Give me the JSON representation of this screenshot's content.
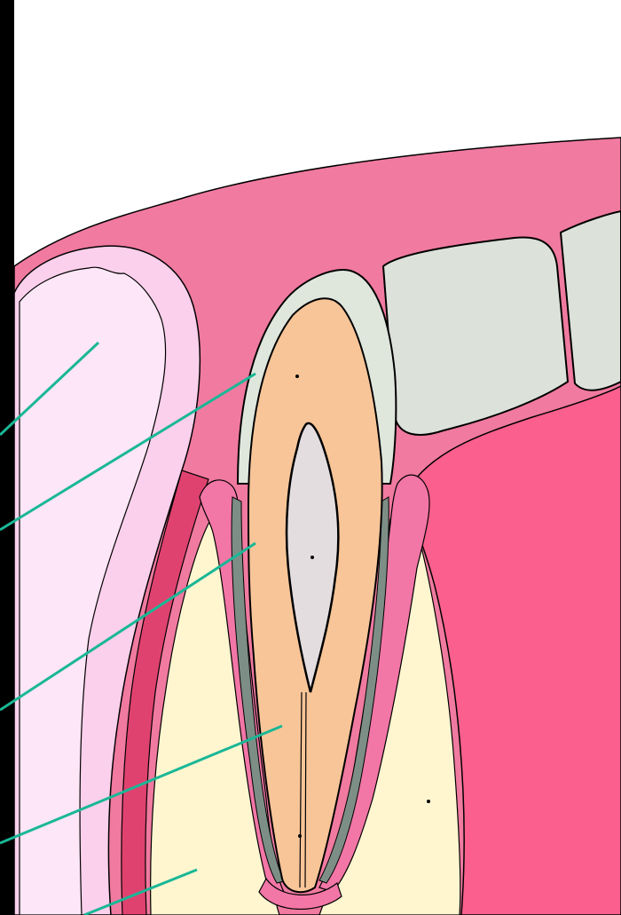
{
  "diagram": {
    "type": "tooth-cross-section",
    "colors": {
      "background": "#000000",
      "canvas": "#ffffff",
      "gum": "#f07aa0",
      "gum_light": "#f8a8c4",
      "gum_dark": "#e0426f",
      "gum_right": "#fa5f8d",
      "lip_inner": "#fbd0ec",
      "lip_fold": "#fce6f7",
      "enamel": "#dfe7dd",
      "dentin": "#f8c598",
      "pulp": "#e4dde0",
      "bone": "#fff6d0",
      "periodontal_grey": "#7d8e86",
      "epithelium": "#f276a6",
      "neighbor_tooth": "#dce2da",
      "pointer": "#1ab796",
      "outline": "#000000"
    },
    "pointers": [
      {
        "name": "pointer-lip",
        "target": "lip"
      },
      {
        "name": "pointer-enamel",
        "target": "enamel"
      },
      {
        "name": "pointer-dentin",
        "target": "dentin"
      },
      {
        "name": "pointer-root",
        "target": "root"
      },
      {
        "name": "pointer-bone",
        "target": "bone"
      }
    ]
  }
}
